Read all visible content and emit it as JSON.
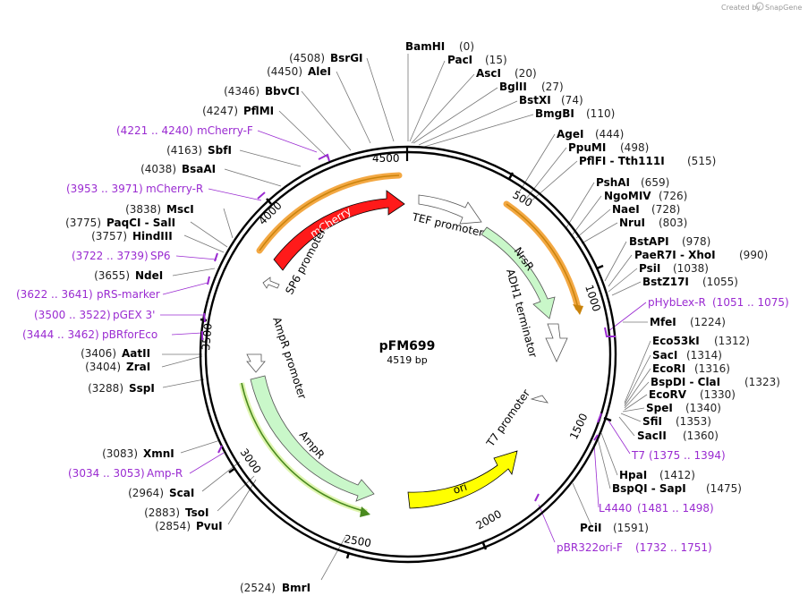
{
  "credit": {
    "prefix": "Created by",
    "brand": "SnapGene"
  },
  "plasmid": {
    "name": "pFM699",
    "length_label": "4519 bp",
    "length": 4519
  },
  "colors": {
    "primer": "#9a2bd1",
    "mCherry": "#ff1a1a",
    "ori": "#ffff00",
    "marker": "#c9f7c9",
    "promoter_outline": "#888888"
  },
  "ticks": [
    "500",
    "1000",
    "1500",
    "2000",
    "2500",
    "3000",
    "3500",
    "4000",
    "4500"
  ],
  "sites": [
    {
      "name": "BamHI",
      "pos": "(0)"
    },
    {
      "name": "PacI",
      "pos": "(15)"
    },
    {
      "name": "AscI",
      "pos": "(20)"
    },
    {
      "name": "BglII",
      "pos": "(27)"
    },
    {
      "name": "BstXI",
      "pos": "(74)"
    },
    {
      "name": "BmgBI",
      "pos": "(110)"
    },
    {
      "name": "AgeI",
      "pos": "(444)"
    },
    {
      "name": "PpuMI",
      "pos": "(498)"
    },
    {
      "name": "PflFI - Tth111I",
      "pos": "(515)"
    },
    {
      "name": "PshAI",
      "pos": "(659)"
    },
    {
      "name": "NgoMIV",
      "pos": "(726)"
    },
    {
      "name": "NaeI",
      "pos": "(728)"
    },
    {
      "name": "NruI",
      "pos": "(803)"
    },
    {
      "name": "BstAPI",
      "pos": "(978)"
    },
    {
      "name": "PaeR7I - XhoI",
      "pos": "(990)"
    },
    {
      "name": "PsiI",
      "pos": "(1038)"
    },
    {
      "name": "BstZ17I",
      "pos": "(1055)"
    },
    {
      "name": "MfeI",
      "pos": "(1224)"
    },
    {
      "name": "Eco53kI",
      "pos": "(1312)"
    },
    {
      "name": "SacI",
      "pos": "(1314)"
    },
    {
      "name": "EcoRI",
      "pos": "(1316)"
    },
    {
      "name": "BspDI - ClaI",
      "pos": "(1323)"
    },
    {
      "name": "EcoRV",
      "pos": "(1330)"
    },
    {
      "name": "SpeI",
      "pos": "(1340)"
    },
    {
      "name": "SfiI",
      "pos": "(1353)"
    },
    {
      "name": "SacII",
      "pos": "(1360)"
    },
    {
      "name": "HpaI",
      "pos": "(1412)"
    },
    {
      "name": "BspQI - SapI",
      "pos": "(1475)"
    },
    {
      "name": "PciI",
      "pos": "(1591)"
    },
    {
      "name": "BmrI",
      "pos": "(2524)"
    },
    {
      "name": "PvuI",
      "pos": "(2854)"
    },
    {
      "name": "TsoI",
      "pos": "(2883)"
    },
    {
      "name": "ScaI",
      "pos": "(2964)"
    },
    {
      "name": "XmnI",
      "pos": "(3083)"
    },
    {
      "name": "SspI",
      "pos": "(3288)"
    },
    {
      "name": "ZraI",
      "pos": "(3404)"
    },
    {
      "name": "AatII",
      "pos": "(3406)"
    },
    {
      "name": "NdeI",
      "pos": "(3655)"
    },
    {
      "name": "HindIII",
      "pos": "(3757)"
    },
    {
      "name": "PaqCI - SalI",
      "pos": "(3775)"
    },
    {
      "name": "MscI",
      "pos": "(3838)"
    },
    {
      "name": "BsaAI",
      "pos": "(4038)"
    },
    {
      "name": "SbfI",
      "pos": "(4163)"
    },
    {
      "name": "PflMI",
      "pos": "(4247)"
    },
    {
      "name": "BbvCI",
      "pos": "(4346)"
    },
    {
      "name": "AleI",
      "pos": "(4450)"
    },
    {
      "name": "BsrGI",
      "pos": "(4508)"
    }
  ],
  "primers": [
    {
      "name": "mCherry-F",
      "range": "(4221 .. 4240)"
    },
    {
      "name": "mCherry-R",
      "range": "(3953 .. 3971)"
    },
    {
      "name": "SP6",
      "range": "(3722 .. 3739)"
    },
    {
      "name": "pRS-marker",
      "range": "(3622 .. 3641)"
    },
    {
      "name": "pGEX 3'",
      "range": "(3500 .. 3522)"
    },
    {
      "name": "pBRforEco",
      "range": "(3444 .. 3462)"
    },
    {
      "name": "Amp-R",
      "range": "(3034 .. 3053)"
    },
    {
      "name": "pHybLex-R",
      "range": "(1051 .. 1075)"
    },
    {
      "name": "T7",
      "range": "(1375 .. 1394)"
    },
    {
      "name": "L4440",
      "range": "(1481 .. 1498)"
    },
    {
      "name": "pBR322ori-F",
      "range": "(1732 .. 1751)"
    }
  ],
  "features": {
    "mCherry": "mCherry",
    "tef": "TEF promoter",
    "nrsr": "NrsR",
    "adh1": "ADH1 terminator",
    "sp6": "SP6 promoter",
    "ampr_promoter": "AmpR promoter",
    "ampr": "AmpR",
    "t7": "T7 promoter",
    "ori": "ori"
  }
}
